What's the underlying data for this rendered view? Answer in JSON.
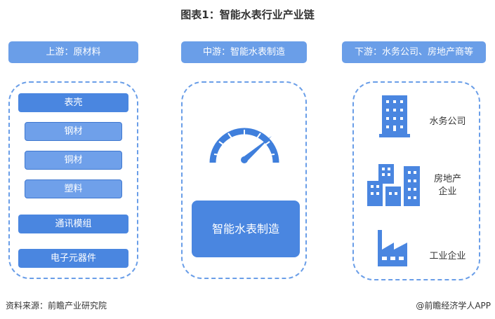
{
  "title": "图表1：智能水表行业产业链",
  "upstream": {
    "header": "上游：原材料",
    "items": [
      "表壳",
      "钢材",
      "铜材",
      "塑料",
      "通讯模组",
      "电子元器件"
    ]
  },
  "midstream": {
    "header": "中游：智能水表制造",
    "box": "智能水表制造",
    "icon": "gauge-icon"
  },
  "downstream": {
    "header": "下游：水务公司、房地产商等",
    "items": [
      "水务公司",
      "房地产企业",
      "工业企业"
    ]
  },
  "footer": {
    "source": "资料来源：前瞻产业研究院",
    "brand": "@前瞻经济学人APP"
  },
  "colors": {
    "accent": "#4a86e0",
    "header": "#6a9ee8"
  }
}
